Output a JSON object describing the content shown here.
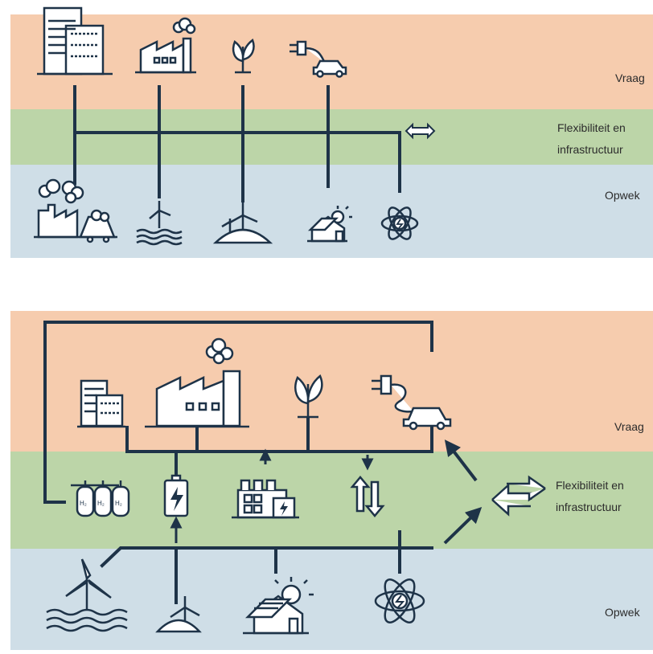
{
  "colors": {
    "demand": "#F6CCAE",
    "flex": "#BCD5A8",
    "generation": "#CFDEE7",
    "line": "#1E3348"
  },
  "top": {
    "labels": {
      "demand": "Vraag",
      "flex_line1": "Flexibiliteit en",
      "flex_line2": "infrastructuur",
      "generation": "Opwek"
    },
    "demand_icons": [
      "office-buildings-icon",
      "factory-icon",
      "plant-icon",
      "plug-car-icon"
    ],
    "generation_icons": [
      "coal-plant-icon",
      "offshore-wind-icon",
      "onshore-wind-icon",
      "solar-house-icon",
      "nuclear-atom-icon"
    ],
    "exchange_icon": "double-arrow-icon"
  },
  "bottom": {
    "labels": {
      "demand": "Vraag",
      "flex_line1": "Flexibiliteit en",
      "flex_line2": "infrastructuur",
      "generation": "Opwek"
    },
    "demand_icons": [
      "office-buildings-icon",
      "factory-icon",
      "plant-icon",
      "plug-car-icon"
    ],
    "flex_icons": [
      "hydrogen-tanks-icon",
      "battery-icon",
      "smart-factory-icon",
      "up-down-arrows-icon"
    ],
    "hydrogen_labels": [
      "H₂",
      "H₂",
      "H₂"
    ],
    "generation_icons": [
      "offshore-wind-icon",
      "onshore-wind-icon",
      "solar-house-icon",
      "nuclear-atom-icon"
    ],
    "exchange_icon": "double-arrow-icon"
  }
}
